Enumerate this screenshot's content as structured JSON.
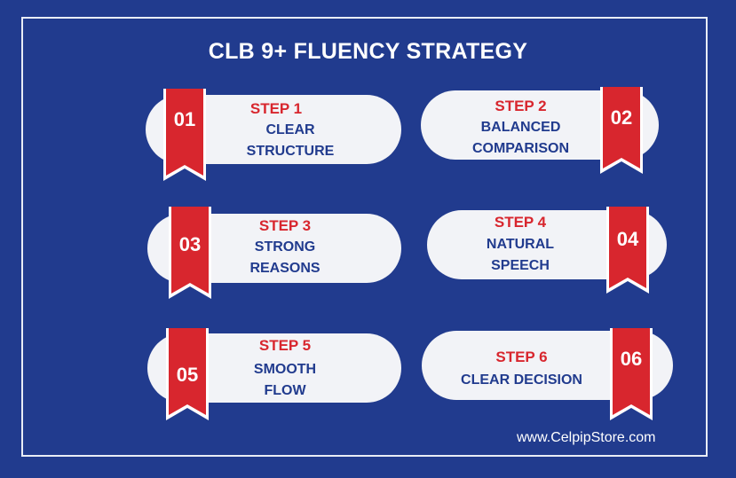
{
  "title": "CLB 9+ FLUENCY STRATEGY",
  "steps": [
    {
      "num": "01",
      "step": "STEP 1",
      "line1": "CLEAR",
      "line2": "STRUCTURE"
    },
    {
      "num": "02",
      "step": "STEP 2",
      "line1": "BALANCED",
      "line2": "COMPARISON"
    },
    {
      "num": "03",
      "step": "STEP 3",
      "line1": "STRONG",
      "line2": "REASONS"
    },
    {
      "num": "04",
      "step": "STEP 4",
      "line1": "NATURAL",
      "line2": "SPEECH"
    },
    {
      "num": "05",
      "step": "STEP 5",
      "line1": "SMOOTH",
      "line2": "FLOW"
    },
    {
      "num": "06",
      "step": "STEP 6",
      "line1": "CLEAR DECISION",
      "line2": ""
    }
  ],
  "footer": "www.CelpipStore.com",
  "colors": {
    "background": "#213b8e",
    "ribbon": "#d8262e",
    "pill": "#f2f3f7"
  }
}
